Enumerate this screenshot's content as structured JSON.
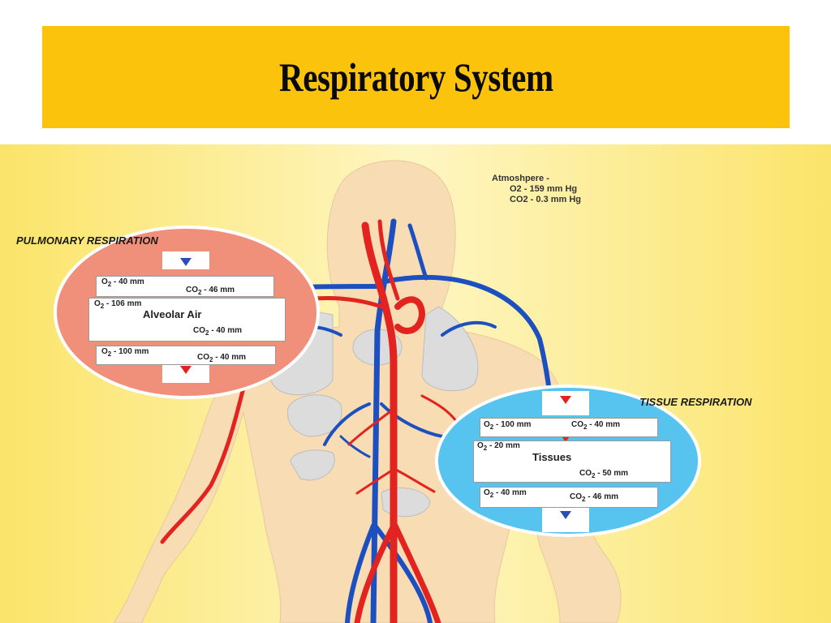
{
  "title": "Respiratory System",
  "atmosphere": {
    "heading": "Atmoshpere -",
    "o2": "O2 - 159 mm Hg",
    "co2": "CO2 - 0.3 mm Hg"
  },
  "pulmonary": {
    "label": "PULMONARY RESPIRATION",
    "row1_o2": "- 40 mm",
    "row1_co2": "- 46 mm",
    "row2_o2": "- 106 mm",
    "center": "Alveolar Air",
    "row2_co2": "- 40 mm",
    "row3_o2": "- 100 mm",
    "row3_co2": "- 40 mm"
  },
  "tissue": {
    "label": "TISSUE RESPIRATION",
    "row1_o2": "- 100 mm",
    "row1_co2": "- 40 mm",
    "row2_o2": "- 20 mm",
    "center": "Tissues",
    "row2_co2": "- 50 mm",
    "row3_o2": "- 40 mm",
    "row3_co2": "- 46 mm"
  },
  "symbols": {
    "o": "O",
    "co": "CO",
    "two": "2"
  },
  "colors": {
    "banner": "#fbc30b",
    "artery": "#e3231f",
    "vein": "#1c4fbf",
    "body": "#f7dcb4",
    "pulmonary_circle": "#f08f7a",
    "tissue_circle": "#56c4ee"
  }
}
